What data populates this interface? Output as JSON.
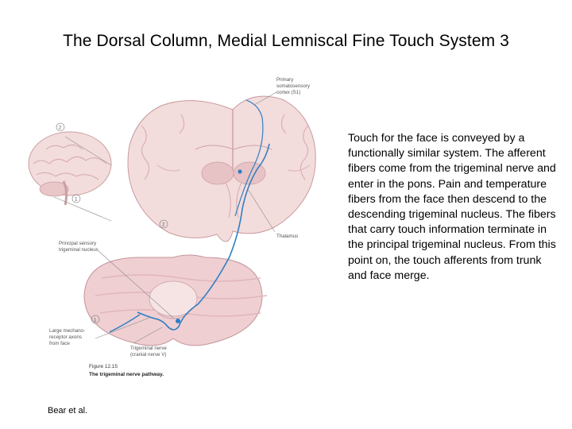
{
  "slide": {
    "title": "The Dorsal Column, Medial Lemniscal Fine Touch System 3",
    "body": "Touch for the face is conveyed by a functionally similar system. The afferent fibers come from the trigeminal nerve and enter in the pons. Pain and temperature fibers from the face then descend to the descending trigeminal nucleus. The fibers that carry touch information terminate in the principal trigeminal nucleus. From this point on, the touch afferents from trunk and face merge.",
    "credit": "Bear et al."
  },
  "figure": {
    "labels": {
      "cortex_line1": "Primary",
      "cortex_line2": "somatosensory",
      "cortex_line3": "cortex (S1)",
      "thalamus": "Thalamus",
      "principal_line1": "Principal sensory",
      "principal_line2": "trigeminal nucleus",
      "mechano_line1": "Large mechano-",
      "mechano_line2": "receptor axons",
      "mechano_line3": "from face",
      "nerve_line1": "Trigeminal nerve",
      "nerve_line2": "(cranial nerve V)",
      "num1": "1",
      "num2": "2",
      "num3": "1",
      "num4": "2"
    },
    "caption_number": "Figure 12.15",
    "caption_title": "The trigeminal nerve pathway."
  },
  "colors": {
    "tissue": "#f3dcdc",
    "tissue_dark": "#e3b8bb",
    "pathway": "#2f7fc4",
    "label_line": "#8a8a8a"
  }
}
